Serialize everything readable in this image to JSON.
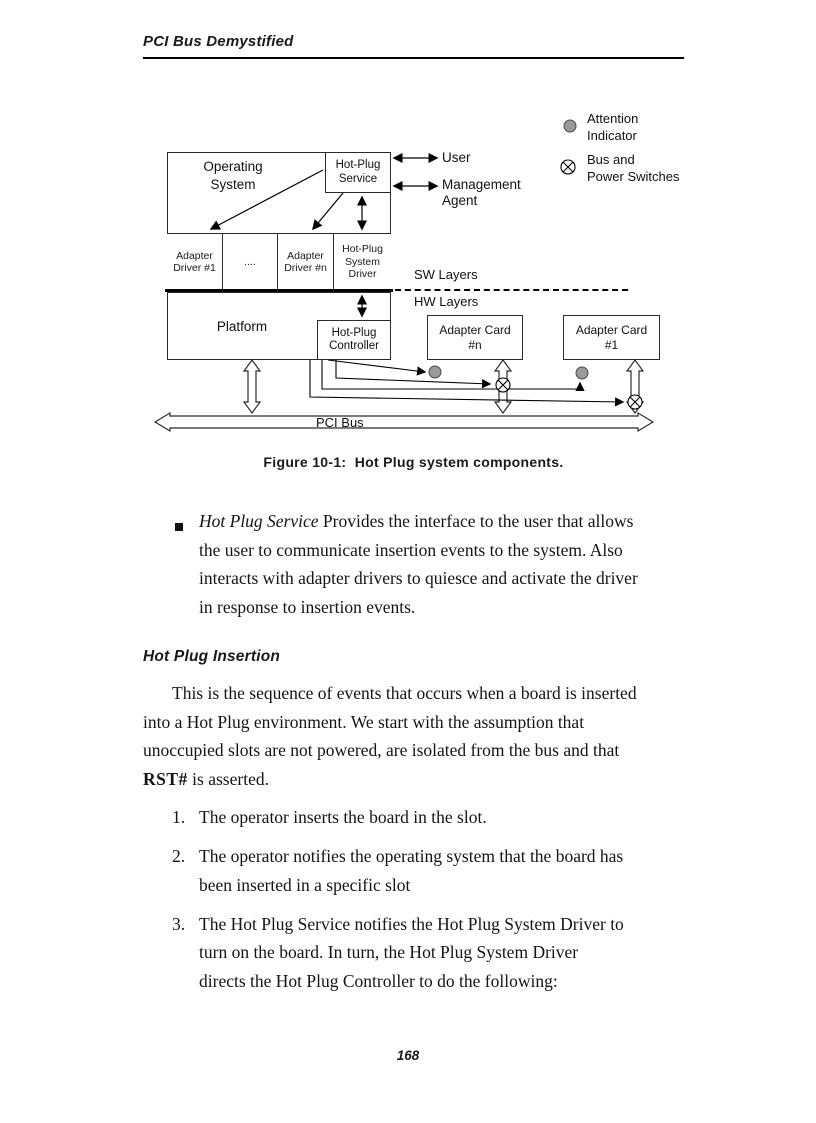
{
  "page": {
    "header_title": "PCI Bus Demystified",
    "page_number": "168"
  },
  "diagram": {
    "boxes": {
      "operating_system": [
        "Operating",
        "System"
      ],
      "hot_plug_service": [
        "Hot-Plug",
        "Service"
      ],
      "adapter_driver_1": [
        "Adapter",
        "Driver #1"
      ],
      "dots": "....",
      "adapter_driver_n": [
        "Adapter",
        "Driver #n"
      ],
      "hot_plug_system_driver": [
        "Hot-Plug",
        "System",
        "Driver"
      ],
      "platform": "Platform",
      "hot_plug_controller": [
        "Hot-Plug",
        "Controller"
      ],
      "adapter_card_n": [
        "Adapter Card",
        "#n"
      ],
      "adapter_card_1": [
        "Adapter Card",
        "#1"
      ],
      "pci_bus": "PCI Bus"
    },
    "labels": {
      "user": "User",
      "management_agent": [
        "Management",
        "Agent"
      ],
      "sw_layers": "SW Layers",
      "hw_layers": "HW Layers"
    },
    "legend": {
      "attention": [
        "Attention",
        "Indicator"
      ],
      "switches": [
        "Bus and",
        "Power Switches"
      ]
    }
  },
  "figure_caption": "Figure 10-1:  Hot Plug system components.",
  "content": {
    "bullet_term": "Hot Plug Service",
    "bullet_text": "Provides the interface to the user that allows the user to communicate insertion events to the system. Also interacts with adapter drivers to quiesce and activate the driver in response to insertion events.",
    "section_heading": "Hot Plug Insertion",
    "para_before": "This is the sequence of events that occurs when a board is inserted into a Hot Plug environment. We start with the assumption that unoccupied slots are not powered, are isolated from the bus and that",
    "para_keyword": "RST#",
    "para_after": "is asserted.",
    "list": [
      {
        "num": "1.",
        "text": "The operator inserts the board in the slot."
      },
      {
        "num": "2.",
        "text": "The operator notifies the operating system that the board has been inserted in a specific slot"
      },
      {
        "num": "3.",
        "text": "The Hot Plug Service notifies the Hot Plug System Driver to turn on the board. In turn, the Hot Plug System Driver directs the Hot Plug Controller to do the following:"
      }
    ]
  }
}
